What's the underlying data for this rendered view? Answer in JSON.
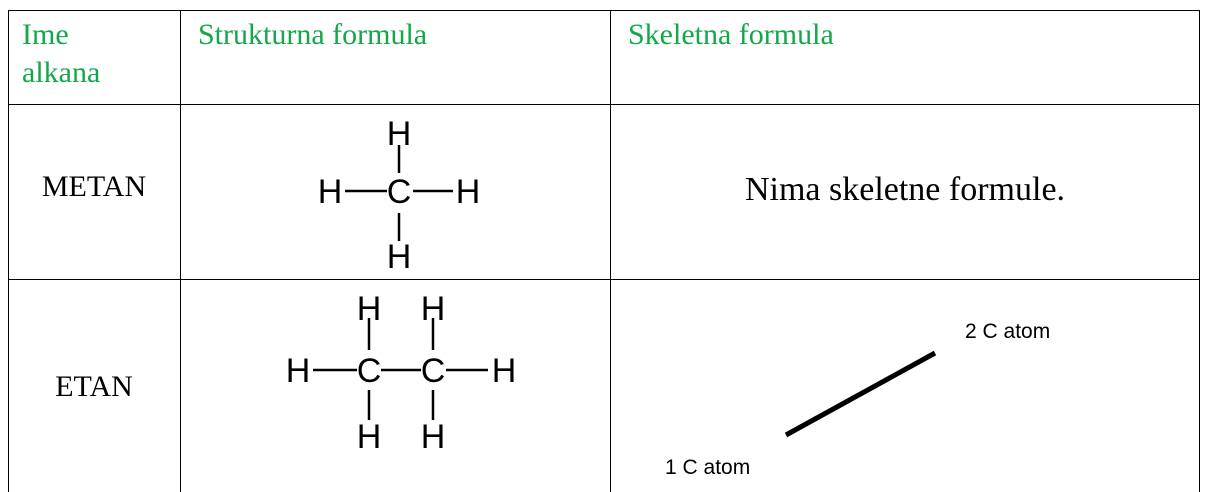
{
  "table": {
    "headers": [
      "Ime alkana",
      "Strukturna formula",
      "Skeletna formula"
    ],
    "rows": [
      {
        "name": "METAN",
        "structure_atoms": {
          "center": "C",
          "substituent": "H"
        },
        "skeletal": "Nima skeletne formule."
      },
      {
        "name": "ETAN",
        "structure_atoms": {
          "center": "C",
          "substituent": "H"
        },
        "skeletal_labels": {
          "start": "1 C atom",
          "end": "2 C atom"
        }
      }
    ]
  }
}
